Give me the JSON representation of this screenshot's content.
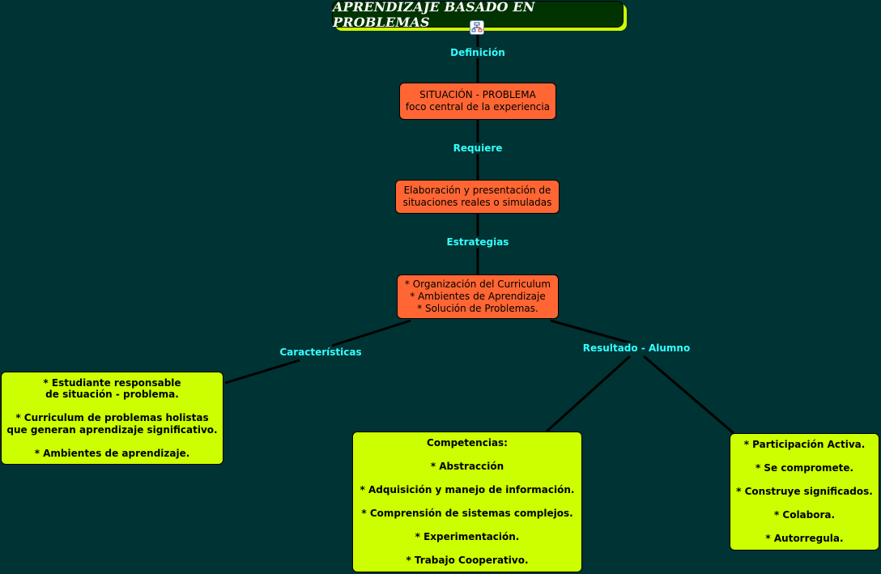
{
  "title": "APRENDIZAJE BASADO EN PROBLEMAS",
  "title_icon": "concept-map-icon",
  "colors": {
    "background": "#003333",
    "title_bg": "#003300",
    "title_shadow": "#ccff00",
    "orange_node": "#ff6633",
    "lime_node": "#ccff00",
    "link_label": "#33ffff"
  },
  "links": {
    "definicion": "Definición",
    "requiere": "Requiere",
    "estrategias": "Estrategias",
    "caracteristicas": "Características",
    "resultado": "Resultado - Alumno"
  },
  "nodes": {
    "situacion": [
      "SITUACIÓN - PROBLEMA",
      "foco central de la experiencia"
    ],
    "elaboracion": [
      "Elaboración y presentación de",
      "situaciones reales o simuladas"
    ],
    "estrategias": [
      "* Organización del Curriculum",
      "* Ambientes de Aprendizaje",
      "* Solución de Problemas."
    ],
    "caracteristicas": [
      "* Estudiante responsable",
      "de situación - problema.",
      "",
      "* Curriculum de problemas holistas",
      "que generan aprendizaje significativo.",
      "",
      "* Ambientes de aprendizaje."
    ],
    "competencias": [
      "Competencias:",
      "",
      "* Abstracción",
      "",
      "* Adquisición y manejo de información.",
      "",
      "* Comprensión de sistemas complejos.",
      "",
      "* Experimentación.",
      "",
      "* Trabajo Cooperativo."
    ],
    "resultado": [
      "* Participación Activa.",
      "",
      "* Se compromete.",
      "",
      "* Construye significados.",
      "",
      "* Colabora.",
      "",
      "* Autorregula."
    ]
  }
}
